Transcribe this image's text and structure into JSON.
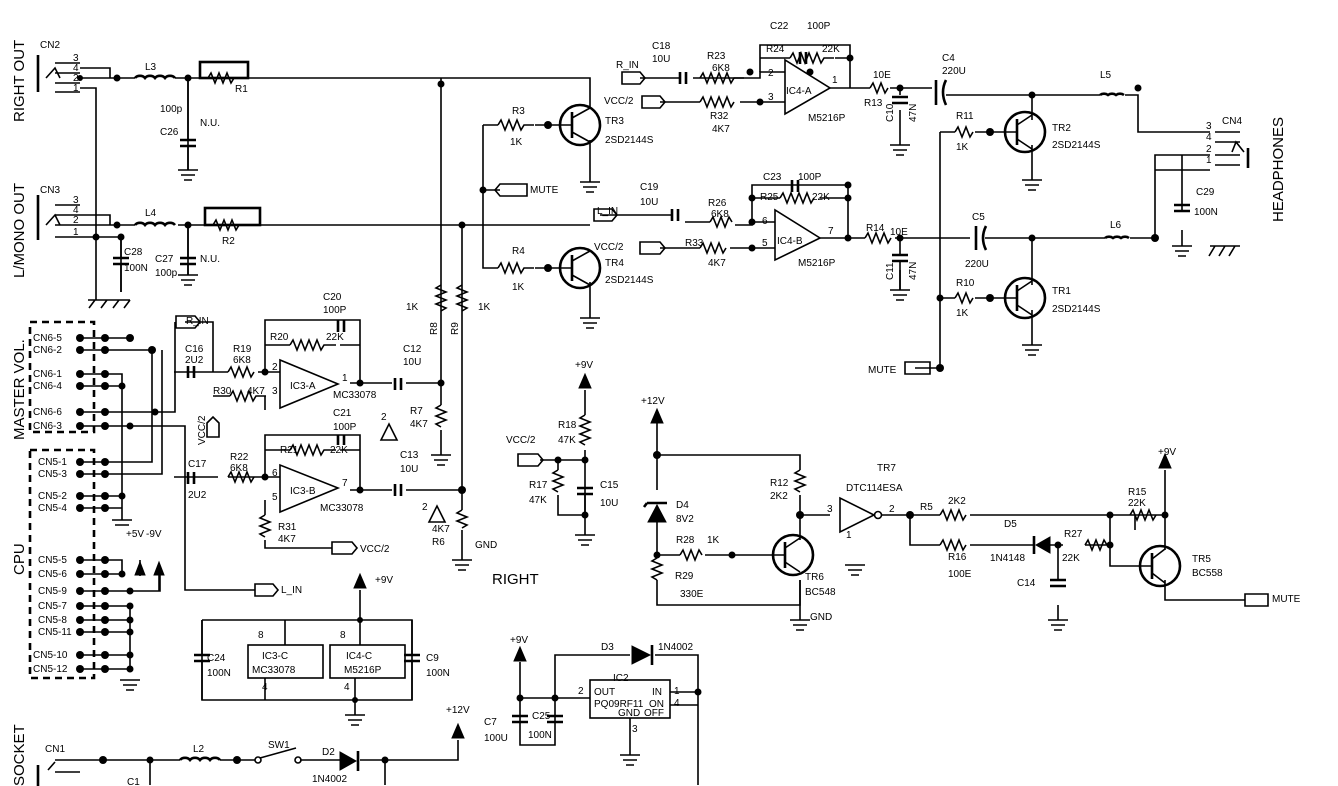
{
  "side_labels": {
    "right_out": "RIGHT OUT",
    "l_mono_out": "L/MONO OUT",
    "master_vol": "MASTER VOL.",
    "cpu": "CPU",
    "socket": "SOCKET",
    "headphones": "HEADPHONES",
    "right": "RIGHT"
  },
  "connectors": {
    "cn1": "CN1",
    "cn2": "CN2",
    "cn3": "CN3",
    "cn4": "CN4"
  },
  "pins": {
    "p1": "1",
    "p2": "2",
    "p3": "3",
    "p4": "4",
    "p5": "5",
    "p6": "6",
    "p7": "7",
    "p8": "8"
  },
  "cn6_pins": [
    "CN6-5",
    "CN6-2",
    "CN6-1",
    "CN6-4",
    "CN6-6",
    "CN6-3"
  ],
  "cn5_pins": [
    "CN5-1",
    "CN5-3",
    "CN5-2",
    "CN5-4",
    "CN5-5",
    "CN5-6",
    "CN5-9",
    "CN5-7",
    "CN5-8",
    "CN5-11",
    "CN5-10",
    "CN5-12"
  ],
  "nets": {
    "r_in": "R_IN",
    "l_in": "L_IN",
    "vcc2": "VCC/2",
    "mute": "MUTE",
    "gnd": "GND",
    "p9v": "+9V",
    "p12v": "+12V",
    "p5v": "+5V",
    "n9v": "-9V"
  },
  "resistors": {
    "R1": "R1",
    "R2": "R2",
    "R3": "R3",
    "R3v": "1K",
    "R4": "R4",
    "R4v": "1K",
    "R8": "R8",
    "R8v": "1K",
    "R9": "R9",
    "R9v": "1K",
    "R19": "R19",
    "R19v": "6K8",
    "R20": "R20",
    "R20v": "22K",
    "R30": "R30",
    "R30v": "4K7",
    "R21": "R21",
    "R21v": "22K",
    "R22": "R22",
    "R22v": "6K8",
    "R31": "R31",
    "R31v": "4K7",
    "R7": "R7",
    "R7v": "4K7",
    "R6": "R6",
    "R6v": "4K7",
    "R23": "R23",
    "R23v": "6K8",
    "R24": "R24",
    "R24v": "22K",
    "R32": "R32",
    "R32v": "4K7",
    "R25": "R25",
    "R25v": "22K",
    "R26": "R26",
    "R26v": "6K8",
    "R33": "R33",
    "R33v": "4K7",
    "R13": "R13",
    "R13v": "10E",
    "R14": "R14",
    "R14v": "10E",
    "R11": "R11",
    "R11v": "1K",
    "R10": "R10",
    "R10v": "1K",
    "R18": "R18",
    "R18v": "47K",
    "R17": "R17",
    "R17v": "47K",
    "R12": "R12",
    "R12v": "2K2",
    "R28": "R28",
    "R28v": "1K",
    "R29": "R29",
    "R29v": "330E",
    "R5": "R5",
    "R5v": "2K2",
    "R16": "R16",
    "R16v": "100E",
    "R27": "R27",
    "R27v": "22K",
    "R15": "R15",
    "R15v": "22K"
  },
  "capacitors": {
    "C26": "C26",
    "C26v": "100p",
    "C26n": "N.U.",
    "C27": "C27",
    "C27v": "100p",
    "C27n": "N.U.",
    "C28": "C28",
    "C28v": "100N",
    "C20": "C20",
    "C20v": "100P",
    "C16": "C16",
    "C16v": "2U2",
    "C12": "C12",
    "C12v": "10U",
    "C21": "C21",
    "C21v": "100P",
    "C17": "C17",
    "C17v": "2U2",
    "C13": "C13",
    "C13v": "10U",
    "C18": "C18",
    "C18v": "10U",
    "C22": "C22",
    "C22v": "100P",
    "C19": "C19",
    "C19v": "10U",
    "C23": "C23",
    "C23v": "100P",
    "C4": "C4",
    "C4v": "220U",
    "C5": "C5",
    "C5v": "220U",
    "C10": "C10",
    "C10v": "47N",
    "C11": "C11",
    "C11v": "47N",
    "C29": "C29",
    "C29v": "100N",
    "C15": "C15",
    "C15v": "10U",
    "C14": "C14",
    "C24": "C24",
    "C24v": "100N",
    "C9": "C9",
    "C9v": "100N",
    "C7": "C7",
    "C7v": "100U",
    "C25": "C25",
    "C25v": "100N",
    "C1": "C1"
  },
  "inductors": {
    "L2": "L2",
    "L3": "L3",
    "L4": "L4",
    "L5": "L5",
    "L6": "L6"
  },
  "ics": {
    "ic3a": "IC3-A",
    "ic3b": "IC3-B",
    "ic3c": "IC3-C",
    "mc33078": "MC33078",
    "ic4a": "IC4-A",
    "ic4b": "IC4-B",
    "ic4c": "IC4-C",
    "m5216p": "M5216P",
    "ic2": "IC2",
    "pq09": "PQ09RF11",
    "out": "OUT",
    "in": "IN",
    "on": "ON",
    "off": "OFF",
    "gnd_pin": "GND"
  },
  "transistors": {
    "TR1": "TR1",
    "TR2": "TR2",
    "TR3": "TR3",
    "TR4": "TR4",
    "t2sd": "2SD2144S",
    "TR5": "TR5",
    "TR5v": "BC558",
    "TR6": "TR6",
    "TR6v": "BC548",
    "TR7": "TR7",
    "TR7v": "DTC114ESA"
  },
  "diodes": {
    "D2": "D2",
    "D2v": "1N4002",
    "D3": "D3",
    "D3v": "1N4002",
    "D4": "D4",
    "D4v": "8V2",
    "D5": "D5",
    "D5v": "1N4148"
  },
  "switches": {
    "SW1": "SW1"
  },
  "warn": {
    "w2": "2"
  }
}
